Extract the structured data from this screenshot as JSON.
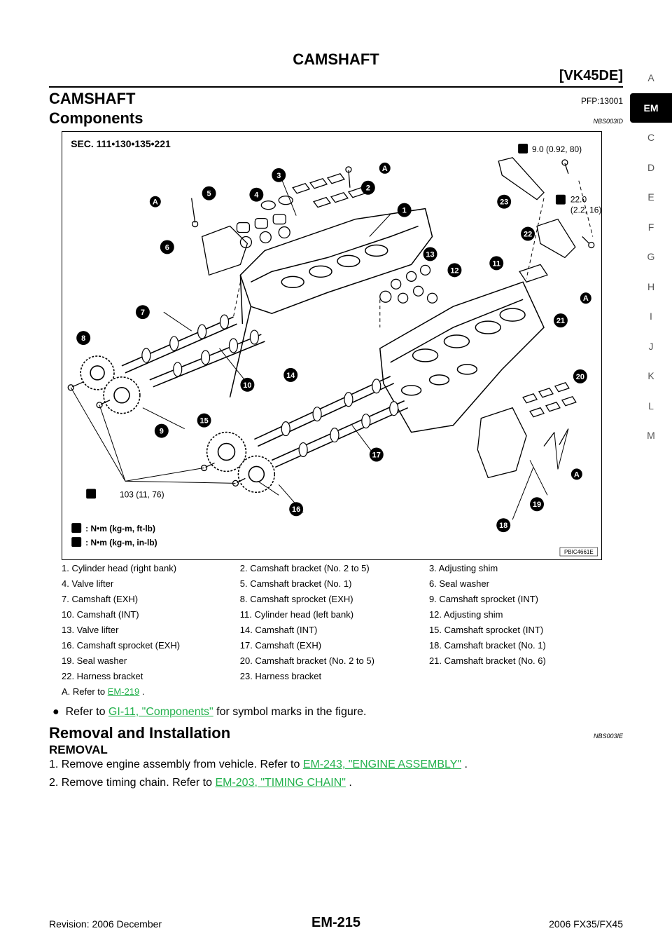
{
  "header": {
    "title": "CAMSHAFT",
    "model": "[VK45DE]"
  },
  "side_tabs": [
    "A",
    "EM",
    "C",
    "D",
    "E",
    "F",
    "G",
    "H",
    "I",
    "J",
    "K",
    "L",
    "M"
  ],
  "section": {
    "title": "CAMSHAFT",
    "pfp": "PFP:13001"
  },
  "components": {
    "title": "Components",
    "ref": "NBS003ID"
  },
  "figure": {
    "sec": "SEC. 111•130•135•221",
    "torque_1": "9.0 (0.92, 80)",
    "torque_2a": "22.0",
    "torque_2b": "(2.2, 16)",
    "torque_3": "103 (11, 76)",
    "key_1": ": N•m (kg-m, ft-lb)",
    "key_2": ": N•m (kg-m, in-lb)",
    "fig_id": "PBIC4661E",
    "callouts": [
      "1",
      "2",
      "3",
      "4",
      "5",
      "6",
      "7",
      "8",
      "9",
      "10",
      "11",
      "12",
      "13",
      "14",
      "15",
      "16",
      "17",
      "18",
      "19",
      "20",
      "21",
      "22",
      "23"
    ],
    "circle_a": "A"
  },
  "legend": [
    [
      "1. Cylinder head (right bank)",
      "2. Camshaft bracket (No. 2 to 5)",
      "3. Adjusting shim"
    ],
    [
      "4. Valve lifter",
      "5. Camshaft bracket (No. 1)",
      "6. Seal washer"
    ],
    [
      "7. Camshaft (EXH)",
      "8. Camshaft sprocket (EXH)",
      "9. Camshaft sprocket (INT)"
    ],
    [
      "10. Camshaft (INT)",
      "11. Cylinder head (left bank)",
      "12. Adjusting shim"
    ],
    [
      "13. Valve lifter",
      "14. Camshaft (INT)",
      "15. Camshaft sprocket (INT)"
    ],
    [
      "16. Camshaft sprocket (EXH)",
      "17. Camshaft (EXH)",
      "18. Camshaft bracket (No. 1)"
    ],
    [
      "19. Seal washer",
      "20. Camshaft bracket (No. 2 to 5)",
      "21. Camshaft bracket (No. 6)"
    ],
    [
      "22. Harness bracket",
      "23. Harness bracket",
      ""
    ]
  ],
  "legend_a": {
    "prefix": "A.   Refer to ",
    "link": "EM-219",
    "suffix": " ."
  },
  "bullet": {
    "prefix": "Refer to ",
    "link": "GI-11, \"Components\"",
    "suffix": "  for symbol marks in the figure."
  },
  "removal": {
    "title": "Removal and Installation",
    "ref": "NBS003IE",
    "subtitle": "REMOVAL"
  },
  "steps": [
    {
      "prefix": "1.  Remove engine assembly from vehicle. Refer to ",
      "link": "EM-243, \"ENGINE ASSEMBLY\"",
      "suffix": " ."
    },
    {
      "prefix": "2.  Remove timing chain. Refer to ",
      "link": "EM-203, \"TIMING CHAIN\"",
      "suffix": " ."
    }
  ],
  "footer": {
    "left": "Revision: 2006 December",
    "center": "EM-215",
    "right": "2006 FX35/FX45"
  }
}
